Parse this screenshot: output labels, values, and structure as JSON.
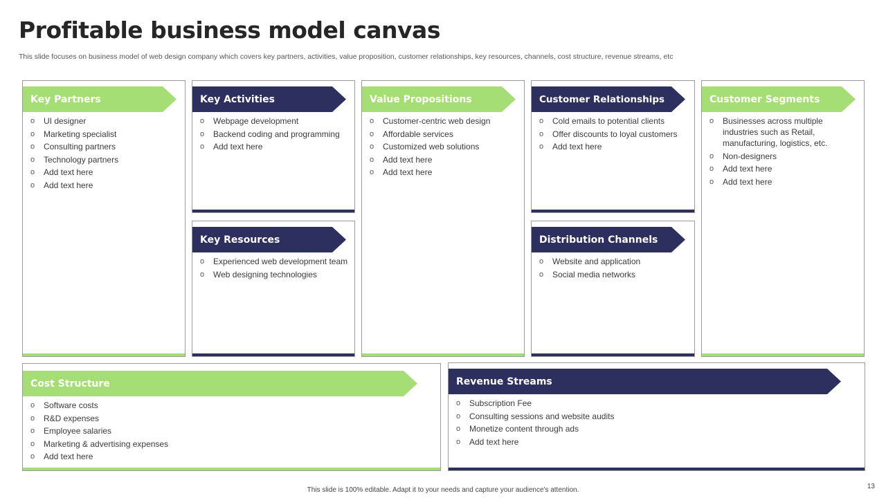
{
  "title": "Profitable business model canvas",
  "subtitle": "This slide focuses on business model of web design company which covers key partners, activities, value proposition, customer relationships, key resources, channels, cost structure, revenue streams, etc",
  "blocks": {
    "key_partners": {
      "title": "Key Partners",
      "items": [
        "UI designer",
        "Marketing specialist",
        "Consulting partners",
        "Technology partners",
        "Add text here",
        "Add text here"
      ]
    },
    "key_activities": {
      "title": "Key Activities",
      "items": [
        "Webpage development",
        "Backend coding and programming",
        "Add text here"
      ]
    },
    "value_propositions": {
      "title": "Value Propositions",
      "items": [
        "Customer-centric web design",
        "Affordable services",
        "Customized web solutions",
        "Add text here",
        "Add text here"
      ]
    },
    "customer_relationships": {
      "title": "Customer Relationships",
      "items": [
        "Cold emails to potential clients",
        "Offer discounts to loyal customers",
        "Add text here"
      ]
    },
    "customer_segments": {
      "title": "Customer Segments",
      "items": [
        "Businesses across multiple industries such as Retail, manufacturing, logistics, etc.",
        "Non-designers",
        "Add text here",
        "Add text here"
      ]
    },
    "key_resources": {
      "title": "Key Resources",
      "items": [
        "Experienced web development team",
        "Web designing technologies"
      ]
    },
    "distribution_channels": {
      "title": "Distribution Channels",
      "items": [
        "Website and application",
        "Social media networks"
      ]
    },
    "cost_structure": {
      "title": "Cost Structure",
      "items": [
        "Software costs",
        "R&D expenses",
        "Employee salaries",
        "Marketing & advertising expenses",
        "Add text here"
      ]
    },
    "revenue_streams": {
      "title": "Revenue Streams",
      "items": [
        "Subscription Fee",
        "Consulting sessions and website audits",
        "Monetize content through ads",
        "Add text here"
      ]
    }
  },
  "footer": "This slide is 100% editable. Adapt it to your needs and capture your audience's attention.",
  "page_number": "13",
  "colors": {
    "green": "#a5de74",
    "navy": "#2d2f5e"
  }
}
